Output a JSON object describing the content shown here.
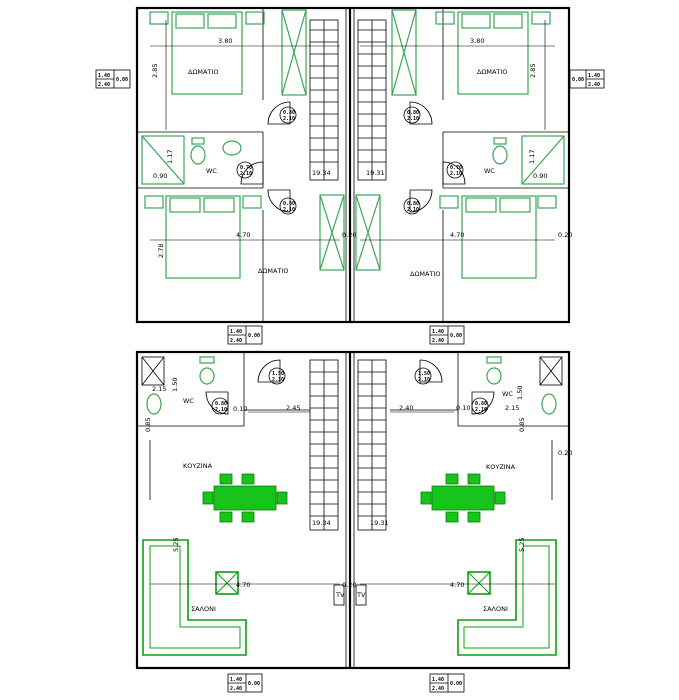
{
  "rooms": {
    "bedroom": "ΔΩΜΑΤΙΟ",
    "wc": "WC",
    "kitchen": "ΚΟΥΖΙΝΑ",
    "living": "ΣΑΛΟΝΙ",
    "tv": "TV"
  },
  "dims": {
    "d380": "3.80",
    "d285": "2.85",
    "d117": "1.17",
    "d090": "0.90",
    "d470": "4.70",
    "d278": "2.78",
    "d020": "0.20",
    "d215": "2.15",
    "d150": "1.50",
    "d010": "0.10",
    "d245": "2.45",
    "d240": "2.40",
    "d085": "0.85",
    "d525": "5.25",
    "d1934": "19.34",
    "d1931": "19.31"
  },
  "tags": {
    "window_w": "1.40",
    "window_h": "2.40",
    "sill": "0.00",
    "door_a": "0.80",
    "door_b": "2.10",
    "door_c": "0.70",
    "door_d": "1.50"
  }
}
